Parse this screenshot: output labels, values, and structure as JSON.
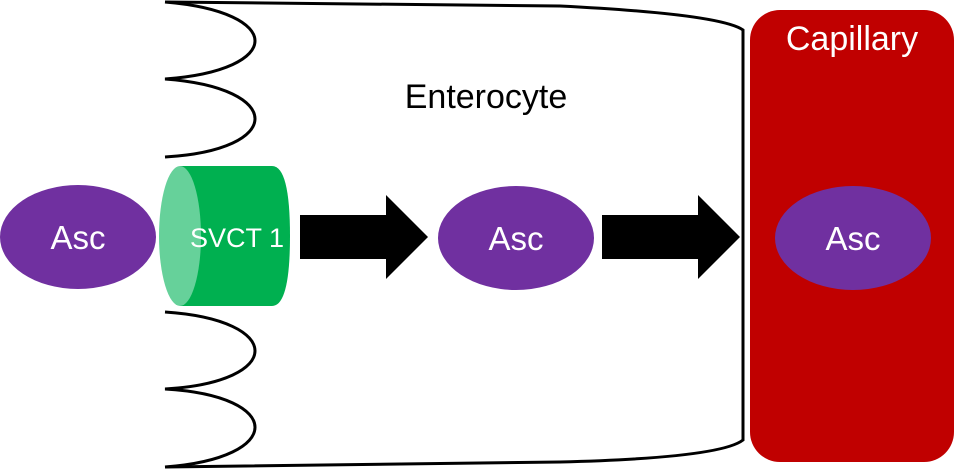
{
  "diagram": {
    "title": "Vitamin C (ascorbate) absorption via SVCT1",
    "enterocyte": {
      "label": "Enterocyte"
    },
    "capillary": {
      "label": "Capillary"
    },
    "transporter": {
      "label": "SVCT 1"
    },
    "molecules": [
      {
        "id": "lumen",
        "label": "Asc"
      },
      {
        "id": "cytosol",
        "label": "Asc"
      },
      {
        "id": "blood",
        "label": "Asc"
      }
    ],
    "colors": {
      "asc": "#7030a0",
      "transporter": "#00b050",
      "transporter_face": "#66d19a",
      "capillary": "#c00000",
      "arrow": "#000000",
      "outline": "#000000"
    }
  }
}
